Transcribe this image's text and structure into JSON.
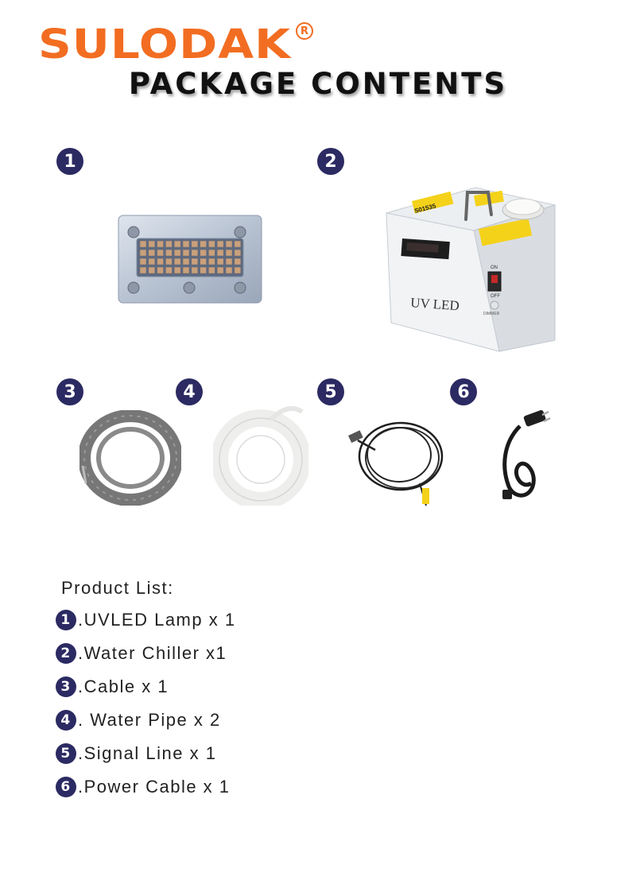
{
  "brand": {
    "name": "SULODAK",
    "registered_mark": "R",
    "color": "#f26d21"
  },
  "headline": "PACKAGE CONTENTS",
  "badge_color": "#2b2a62",
  "products": [
    {
      "number": "1",
      "image": "uvled-lamp-icon"
    },
    {
      "number": "2",
      "image": "water-chiller-icon",
      "sticker": "S01535",
      "unit_label": "UV   LED",
      "switch_on": "ON",
      "switch_off": "OFF",
      "knob_label": "DIMMER"
    },
    {
      "number": "3",
      "image": "cable-coil-icon"
    },
    {
      "number": "4",
      "image": "water-pipe-coil-icon"
    },
    {
      "number": "5",
      "image": "signal-line-icon"
    },
    {
      "number": "6",
      "image": "power-cable-icon"
    }
  ],
  "list": {
    "title": "Product List:",
    "items": [
      {
        "number": "1",
        "text": ".UVLED Lamp x 1"
      },
      {
        "number": "2",
        "text": ".Water Chiller x1"
      },
      {
        "number": "3",
        "text": ".Cable x 1"
      },
      {
        "number": "4",
        "text": ". Water Pipe x 2"
      },
      {
        "number": "5",
        "text": ".Signal Line  x 1"
      },
      {
        "number": "6",
        "text": ".Power Cable x 1"
      }
    ]
  }
}
